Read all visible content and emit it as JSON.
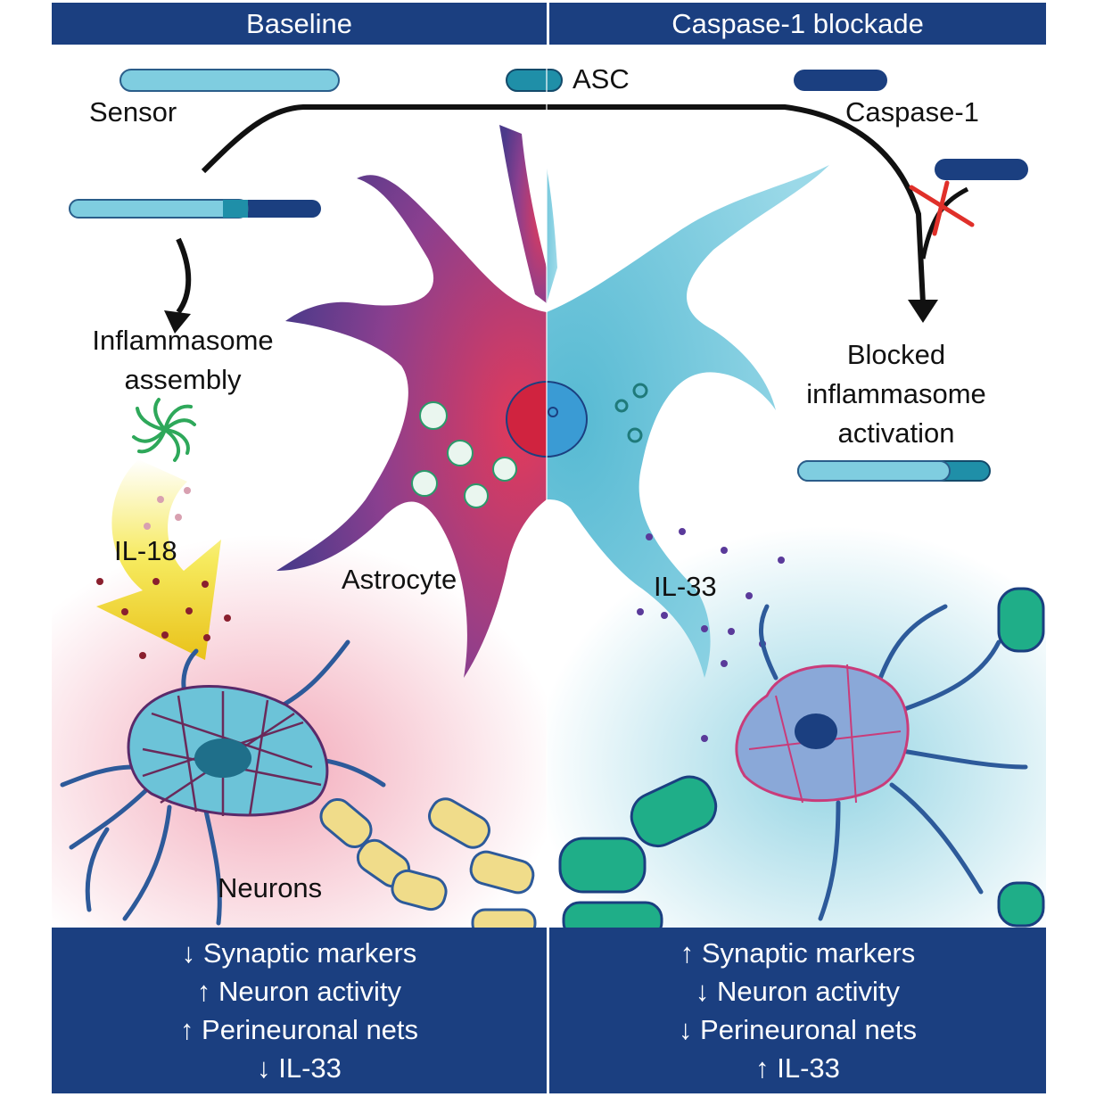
{
  "panels": {
    "left_title": "Baseline",
    "right_title": "Caspase-1 blockade"
  },
  "legend": {
    "sensor": "Sensor",
    "asc": "ASC",
    "caspase1": "Caspase-1"
  },
  "labels": {
    "assembly_line1": "Inflammasome",
    "assembly_line2": "assembly",
    "blocked_line1": "Blocked",
    "blocked_line2": "inflammasome",
    "blocked_line3": "activation",
    "il18": "IL-18",
    "il33": "IL-33",
    "astrocyte": "Astrocyte",
    "neurons": "Neurons"
  },
  "outcomes": {
    "left": [
      "↓ Synaptic markers",
      "↑ Neuron activity",
      "↑ Perineuronal nets",
      "↓ IL-33"
    ],
    "right": [
      "↑ Synaptic markers",
      "↓ Neuron activity",
      "↓ Perineuronal nets",
      "↑ IL-33"
    ]
  },
  "colors": {
    "header_blue": "#1b3f80",
    "sensor": "#7fcde0",
    "asc": "#1f8fa8",
    "caspase": "#1b3f80",
    "astrocyte_left": "#7a3f8e",
    "astrocyte_right": "#4fb8d0",
    "myelin_left": "#f0dc8a",
    "myelin_right": "#1fae88",
    "block_x": "#e0302a"
  }
}
